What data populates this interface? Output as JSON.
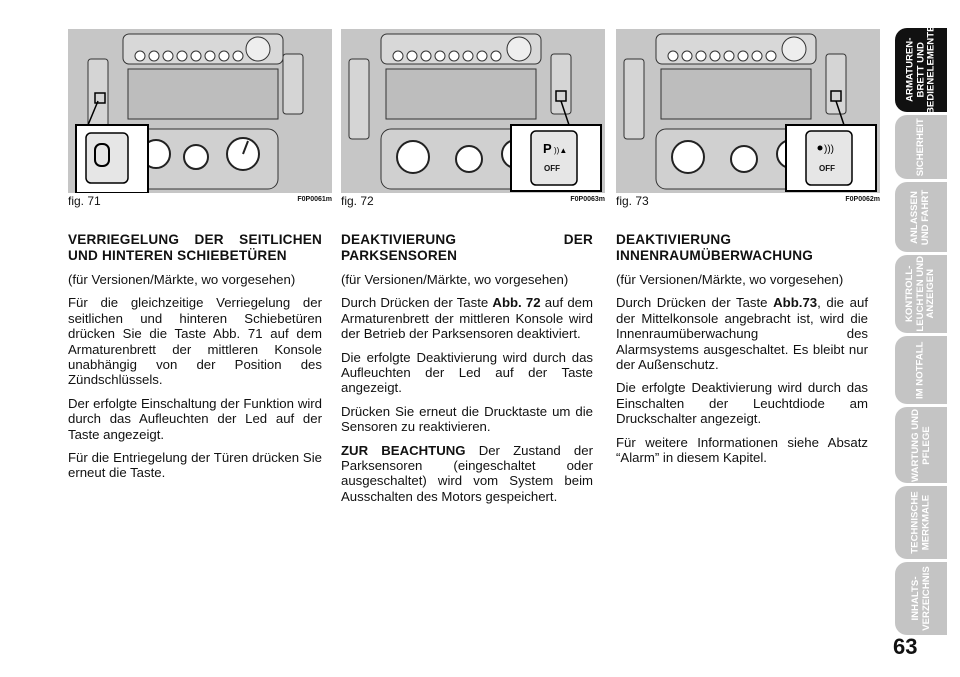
{
  "figures": [
    {
      "label": "fig. 71",
      "code": "F0P0061m",
      "button_text": ""
    },
    {
      "label": "fig. 72",
      "code": "F0P0063m",
      "button_text": "OFF"
    },
    {
      "label": "fig. 73",
      "code": "F0P0062m",
      "button_text": "OFF"
    }
  ],
  "col1": {
    "heading": "VERRIEGELUNG DER SEITLICHEN UND HINTEREN SCHIEBETÜREN",
    "sub": "(für Versionen/Märkte, wo vorgesehen)",
    "p1": "Für die gleichzeitige Verriegelung der seitlichen und hinteren Schiebetüren drücken Sie die Taste Abb. 71 auf dem Armaturenbrett der mittleren Konsole unabhängig von der Position des Zündschlüssels.",
    "p2": "Der erfolgte Einschaltung der Funktion wird durch das Aufleuchten der Led auf der Taste angezeigt.",
    "p3": "Für die Entriegelung der Türen drücken Sie erneut die Taste."
  },
  "col2": {
    "heading": "DEAKTIVIERUNG DER PARKSENSOREN",
    "sub": "(für Versionen/Märkte, wo vorgesehen)",
    "p1_a": "Durch Drücken der Taste ",
    "p1_b": "Abb. 72",
    "p1_c": " auf dem Armaturenbrett der mittleren Konsole wird der Betrieb der Parksensoren deaktiviert.",
    "p2": "Die erfolgte Deaktivierung wird durch das Aufleuchten der Led auf der Taste angezeigt.",
    "p3": "Drücken Sie erneut die Drucktaste um die Sensoren zu reaktivieren.",
    "note_head": "ZUR BEACHTUNG",
    "note": " Der Zustand der Parksensoren (eingeschaltet oder ausgeschaltet) wird vom System beim Ausschalten des Motors gespeichert."
  },
  "col3": {
    "heading": "DEAKTIVIERUNG INNENRAUMÜBERWACHUNG",
    "sub": "(für Versionen/Märkte, wo vorgesehen)",
    "p1_a": "Durch Drücken der Taste ",
    "p1_b": "Abb.73",
    "p1_c": ", die auf der Mittelkonsole angebracht ist, wird die Innenraumüberwachung des Alarmsystems ausgeschaltet. Es bleibt nur der Außenschutz.",
    "p2": "Die erfolgte Deaktivierung wird durch das Einschalten der Leuchtdiode am Druckschalter angezeigt.",
    "p3": "Für weitere Informationen siehe Absatz “Alarm” in diesem Kapitel."
  },
  "tabs": [
    {
      "label": "ARMATUREN-\nBRETT UND\nBEDIENELEMENTE",
      "active": true
    },
    {
      "label": "SICHERHEIT",
      "active": false
    },
    {
      "label": "ANLASSEN\nUND FAHRT",
      "active": false
    },
    {
      "label": "KONTROLL-\nLEUCHTEN UND\nANZEIGEN",
      "active": false
    },
    {
      "label": "IM NOTFALL",
      "active": false
    },
    {
      "label": "WARTUNG UND\nPFLEGE",
      "active": false
    },
    {
      "label": "TECHNISCHE\nMERKMALE",
      "active": false
    },
    {
      "label": "INHALTS-\nVERZEICHNIS",
      "active": false
    }
  ],
  "page_number": "63"
}
